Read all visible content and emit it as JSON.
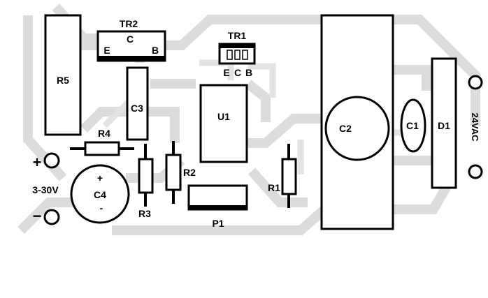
{
  "board": {
    "components": {
      "r5": "R5",
      "tr2": "TR2",
      "tr2_c": "C",
      "tr2_e": "E",
      "tr2_b": "B",
      "tr1": "TR1",
      "tr1_e": "E",
      "tr1_c": "C",
      "tr1_b": "B",
      "c3": "C3",
      "u1": "U1",
      "r4": "R4",
      "r2": "R2",
      "r3": "R3",
      "r1": "R1",
      "p1": "P1",
      "c4": "C4",
      "c4_plus": "+",
      "c4_minus": "-",
      "c2": "C2",
      "c1": "C1",
      "d1": "D1"
    },
    "terminals": {
      "plus": "+",
      "minus": "−",
      "out_voltage": "3-30V",
      "in_voltage": "24VAC"
    }
  }
}
